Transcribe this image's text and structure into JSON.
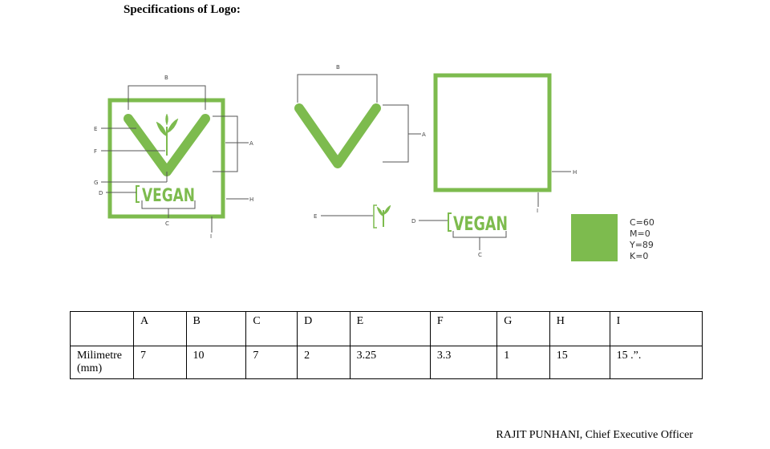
{
  "heading": "Specifications of Logo:",
  "logo": {
    "wordmark": "VEGAN",
    "brand_color": "#7dbb4e"
  },
  "dimension_labels": {
    "a": "A",
    "b": "B",
    "c": "C",
    "d": "D",
    "e": "E",
    "f": "F",
    "g": "G",
    "h": "H",
    "i": "I"
  },
  "color_spec": {
    "swatch_color": "#7dbb4e",
    "c": "C=60",
    "m": "M=0",
    "y": "Y=89",
    "k": "K=0"
  },
  "table": {
    "headers": [
      "",
      "A",
      "B",
      "C",
      "D",
      "E",
      "F",
      "G",
      "H",
      "I"
    ],
    "row_label_line1": "Milimetre",
    "row_label_line2": "(mm)",
    "values": [
      "7",
      "10",
      "7",
      "2",
      "3.25",
      "3.3",
      "1",
      "15",
      "15 .”."
    ]
  },
  "footer": "RAJIT PUNHANI, Chief Executive Officer"
}
